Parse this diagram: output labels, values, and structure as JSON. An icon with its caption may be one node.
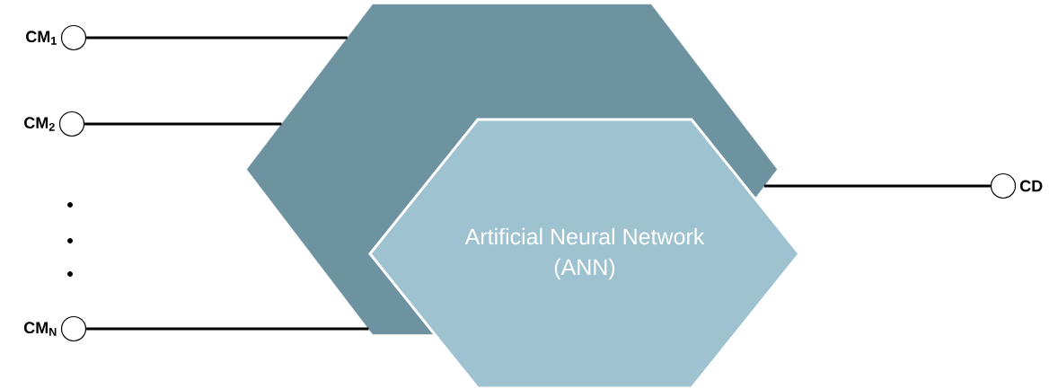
{
  "diagram": {
    "nodes": [
      {
        "text": [],
        "shape": "hexagon"
      },
      {
        "text": [
          "Artificial Neural Network (ANN)"
        ]
      },
      {
        "text": [],
        "shape": "circle",
        "beside": [
          "CM$_{1}$"
        ]
      },
      {
        "text": [],
        "shape": "circle",
        "beside": [
          "CM$_{2}$"
        ]
      },
      {
        "text": [],
        "shape": "circle",
        "beside": [
          "CM$_{N}$"
        ]
      },
      {
        "text": [],
        "shape": "circle",
        "beside": [
          "CD"
        ]
      }
    ],
    "edges": [
      {
        "from": 2,
        "to": 0,
        "arrow": "none"
      },
      {
        "from": 3,
        "to": 0,
        "arrow": "none"
      },
      {
        "from": 4,
        "to": 0,
        "arrow": "none"
      },
      {
        "from": 0,
        "to": 5,
        "arrow": "none"
      }
    ]
  }
}
